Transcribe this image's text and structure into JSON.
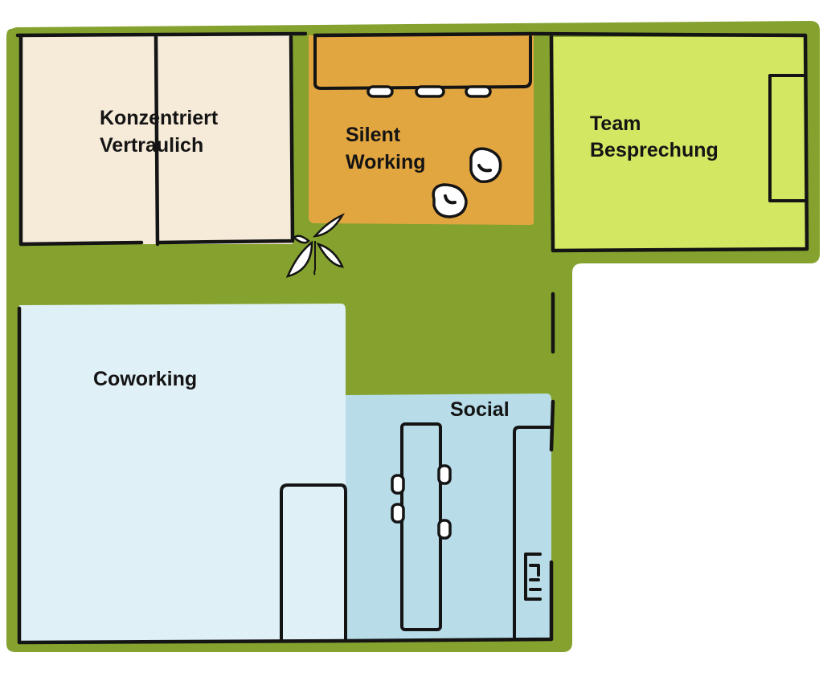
{
  "floorplan": {
    "rooms": [
      {
        "id": "konzentriert",
        "lines": [
          "Konzentriert",
          "Vertraulich"
        ],
        "color": "#f6ebd9"
      },
      {
        "id": "silent",
        "lines": [
          "Silent",
          "Working"
        ],
        "color": "#e2a641"
      },
      {
        "id": "team",
        "lines": [
          "Team",
          "Besprechung"
        ],
        "color": "#d4e762"
      },
      {
        "id": "coworking",
        "lines": [
          "Coworking"
        ],
        "color": "#e0f0f7"
      },
      {
        "id": "social",
        "lines": [
          "Social"
        ],
        "color": "#b8dde8"
      }
    ],
    "corridor_color": "#85a22f",
    "plant_icon": "plant-icon",
    "coffee_machine_icon": "coffee-machine-icon"
  }
}
